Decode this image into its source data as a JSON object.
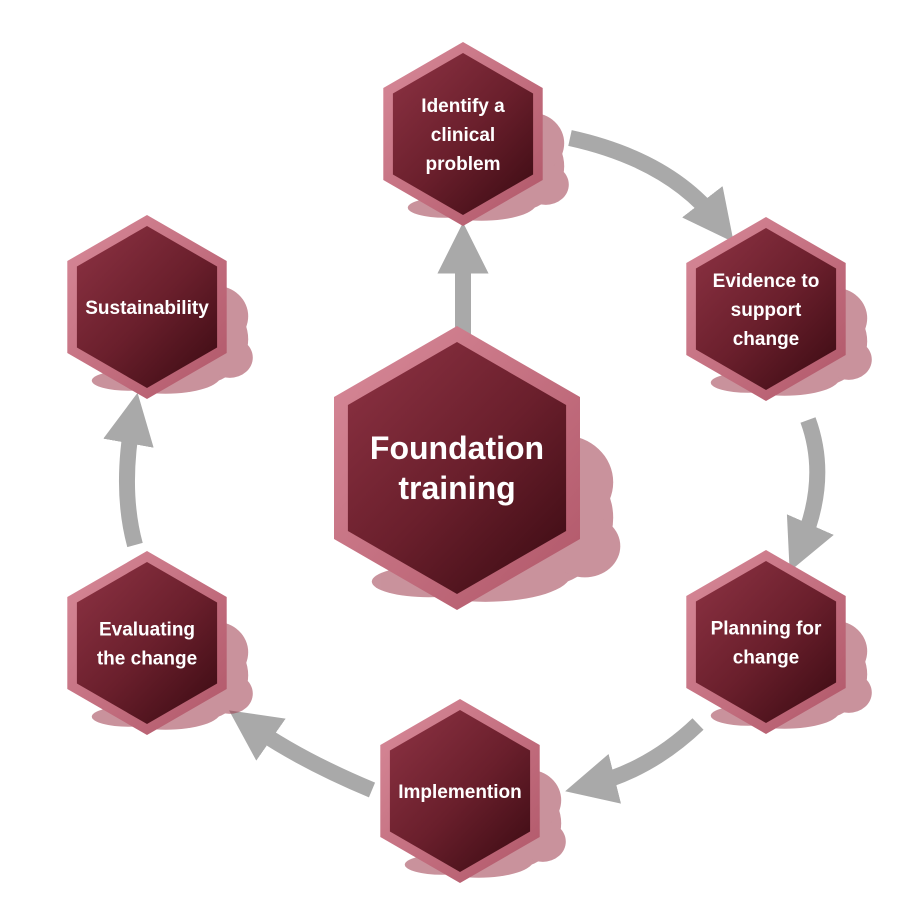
{
  "diagram": {
    "center": {
      "lines": [
        "Foundation",
        "training"
      ]
    },
    "cycle": [
      {
        "lines": [
          "Identify a",
          "clinical",
          "problem"
        ]
      },
      {
        "lines": [
          "Evidence to",
          "support",
          "change"
        ]
      },
      {
        "lines": [
          "Planning for",
          "change"
        ]
      },
      {
        "lines": [
          "Implemention"
        ]
      },
      {
        "lines": [
          "Evaluating",
          "the change"
        ]
      },
      {
        "lines": [
          "Sustainability"
        ]
      }
    ]
  },
  "colors": {
    "hex_border": "#c97384",
    "hex_fill_light": "#8a2f40",
    "hex_fill_dark": "#4a1018",
    "splash": "#9d3a4c",
    "arrow": "#a9a9a9",
    "text": "#ffffff"
  }
}
